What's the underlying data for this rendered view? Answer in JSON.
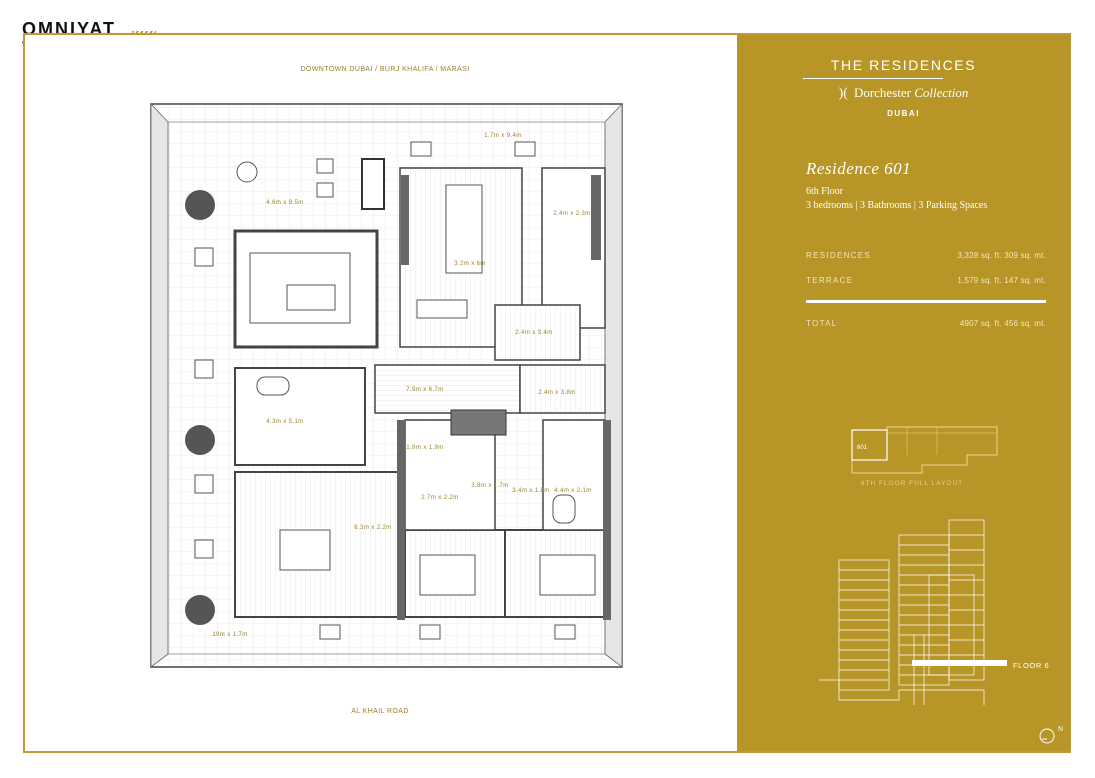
{
  "logo": {
    "wordmark": "OMNIYAT",
    "tagline": "DETAILS MAKE PERFECTION"
  },
  "plan": {
    "top_label": "DOWNTOWN DUBAI / BURJ KHALIFA / MARASI",
    "bottom_label": "AL KHAIL ROAD",
    "rooms": [
      "1.7m x 9.4m",
      "4.6m x 9.5m",
      "3.2m x 6m",
      "2.4m x 2.3m",
      "2.4m x 3.4m",
      "7.9m x 6.7m",
      "2.4m x 3.8m",
      "4.3m x 5.1m",
      "1.9m x 1.9m",
      "2.7m x 2.2m",
      "3.8m x 1.7m",
      "3.4m x 1.8m",
      "4.4m x 2.1m",
      "6.3m x 2.2m",
      "19m x 1.7m"
    ]
  },
  "brand": {
    "title": "THE RESIDENCES",
    "collection_a": "Dorchester",
    "collection_b": "Collection",
    "city": "DUBAI"
  },
  "residence": {
    "name": "Residence 601",
    "floor": "6th Floor",
    "rooms": "3 bedrooms | 3 Bathrooms | 3 Parking Spaces"
  },
  "areas": [
    {
      "label": "RESIDENCES",
      "value": "3,328 sq. ft. 309 sq. mt."
    },
    {
      "label": "TERRACE",
      "value": "1,579 sq. ft. 147 sq. mt."
    },
    {
      "label": "TOTAL",
      "value": "4907 sq. ft. 456 sq. mt."
    }
  ],
  "key_plan": {
    "unit": "601",
    "caption": "6TH FLOOR FULL LAYOUT",
    "floor_label": "FLOOR 6",
    "compass": "N"
  },
  "colors": {
    "gold": "#b89527",
    "frame": "#bf9a35",
    "line": "#555555"
  }
}
